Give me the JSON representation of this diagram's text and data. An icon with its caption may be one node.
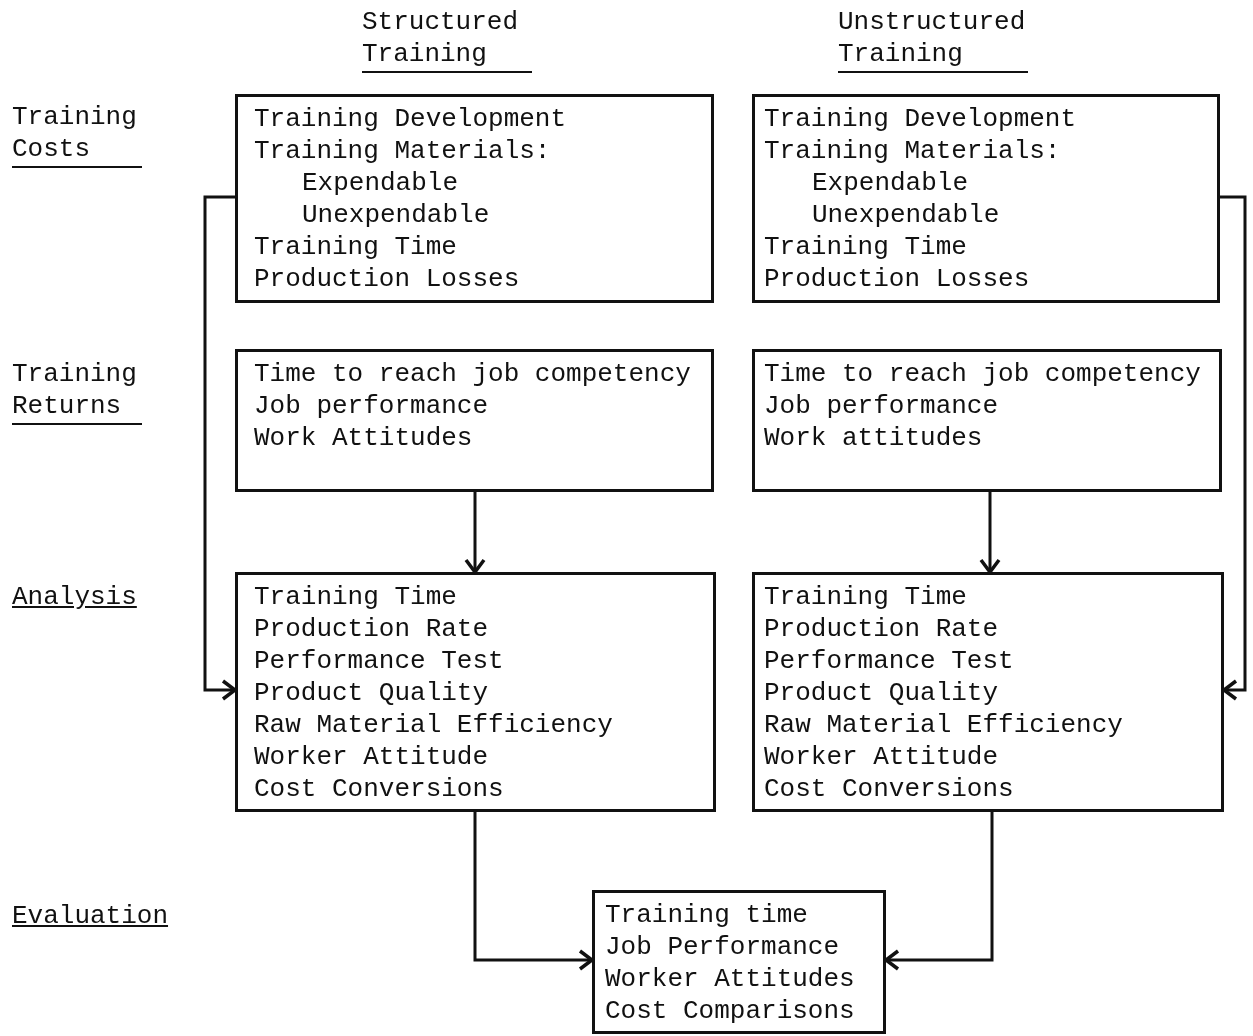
{
  "diagram": {
    "nodes": [
      {
        "text": [
          "Training Development",
          "Training Materials:",
          "Expendable",
          "Unexpendable",
          "Training Time",
          "Production Losses"
        ]
      },
      {
        "text": [
          "Training Development",
          "Training Materials:",
          "Expendable",
          "Unexpendable",
          "Training Time",
          "Production Losses"
        ]
      },
      {
        "text": [
          "Time to reach job competency",
          "Job performance",
          "Work Attitudes"
        ]
      },
      {
        "text": [
          "Time to reach job competency",
          "Job performance",
          "Work attitudes"
        ]
      },
      {
        "text": [
          "Training Time",
          "Production Rate",
          "Performance Test",
          "Product Quality",
          "Raw Material Efficiency",
          "Worker Attitude",
          "Cost Conversions"
        ]
      },
      {
        "text": [
          "Training Time",
          "Production Rate",
          "Performance Test",
          "Product Quality",
          "Raw Material Efficiency",
          "Worker Attitude",
          "Cost Conversions"
        ]
      },
      {
        "text": [
          "Training time",
          "Job Performance",
          "Worker Attitudes",
          "Cost Comparisons"
        ]
      }
    ],
    "edges": [
      {
        "from": 0,
        "to": 4,
        "arrow": "to"
      },
      {
        "from": 1,
        "to": 5,
        "arrow": "to"
      },
      {
        "from": 2,
        "to": 4,
        "arrow": "to"
      },
      {
        "from": 3,
        "to": 5,
        "arrow": "to"
      },
      {
        "from": 4,
        "to": 6,
        "arrow": "to"
      },
      {
        "from": 5,
        "to": 6,
        "arrow": "to"
      }
    ],
    "labels": [
      "Structured Training",
      "Unstructured Training",
      "Training Costs",
      "Training Returns",
      "Analysis",
      "Evaluation"
    ]
  }
}
